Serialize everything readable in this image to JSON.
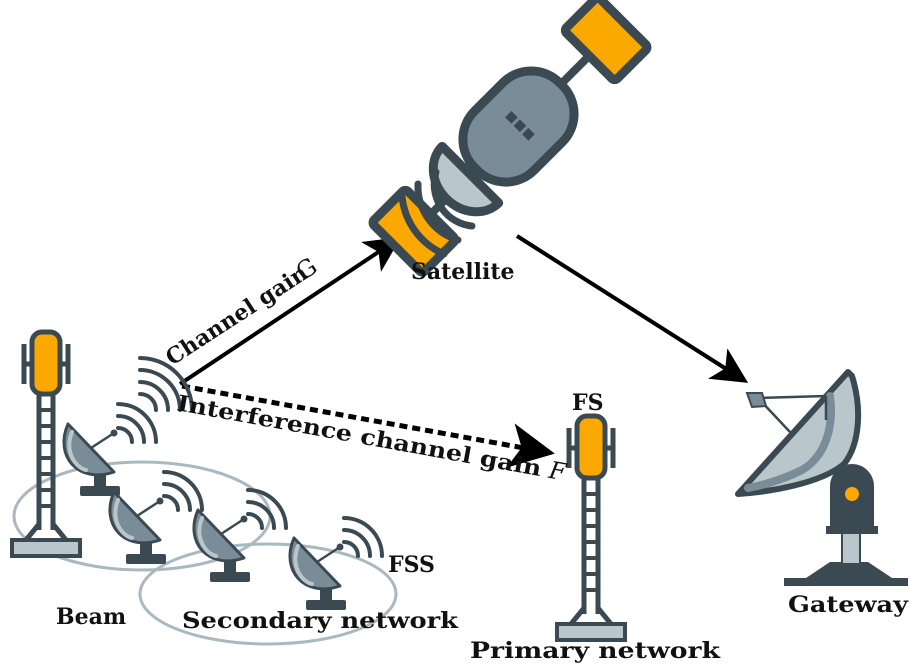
{
  "labels": {
    "satellite": "Satellite",
    "channel_gain": "Channel gain",
    "channel_gain_symbol": "G",
    "interference_gain": "Interference channel gain",
    "interference_gain_symbol": "F",
    "fs": "FS",
    "primary_network": "Primary network",
    "gateway": "Gateway",
    "beam": "Beam",
    "secondary_network": "Secondary network",
    "fss": "FSS"
  },
  "colors": {
    "dark": "#3b4a52",
    "orange": "#fba900",
    "dish": "#7a8c97",
    "dish_light": "#b9c6cc",
    "ellipse": "#aab8bf"
  },
  "icons": [
    "satellite-icon",
    "tower-icon",
    "dish-icon",
    "gateway-dish-icon"
  ]
}
